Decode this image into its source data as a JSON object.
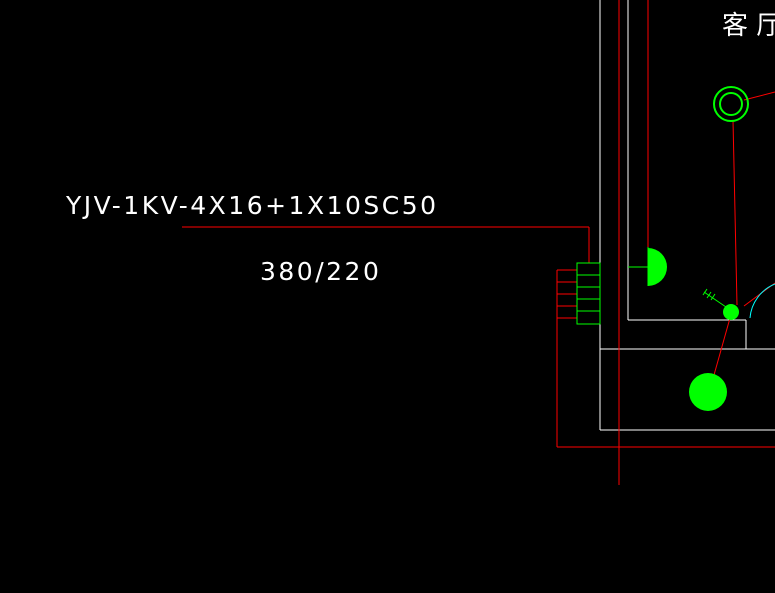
{
  "drawing": {
    "cable_spec": "YJV-1KV-4X16+1X10SC50",
    "voltage": "380/220",
    "room_label": "客 厅"
  },
  "colors": {
    "background": "#000000",
    "wire": "#ff0000",
    "wall": "#ffffff",
    "panel": "#00ff00",
    "arc": "#00ffff",
    "text": "#ffffff"
  },
  "symbols": [
    "distribution-panel",
    "ceiling-lamp",
    "wall-lamp",
    "switch",
    "junction-dot",
    "bulkhead-lamp"
  ]
}
